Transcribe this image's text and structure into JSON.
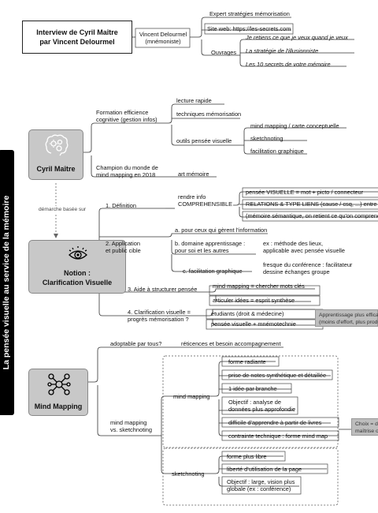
{
  "side_title": "La pensée visuelle au service de la mémoire",
  "interview": {
    "title_line1": "Interview de Cyril Maître",
    "title_line2": "par Vincent Delourmel",
    "person_line1": "Vincent Delourmel",
    "person_line2": "(mnémoniste)",
    "expert": "Expert stratégies mémorisation",
    "website": "Site web: https://les-secrets.com",
    "ouvrages_label": "Ouvrages",
    "books": [
      "Je retiens ce que je veux quand je veux",
      "La stratégie de l'illusionniste",
      "Les 10 secrets de votre mémoire"
    ]
  },
  "cyril": {
    "label": "Cyril Maître",
    "formation_l1": "Formation efficience",
    "formation_l2": "cognitive (gestion infos)",
    "lecture": "lecture rapide",
    "techniques": "techniques mémorisation",
    "outils": "outils pensée visuelle",
    "outils_items": [
      "mind mapping / carte conceptuelle",
      "sketchnoting",
      "facilitation graphique"
    ],
    "champion_l1": "Champion du monde de",
    "champion_l2": "mind mapping en 2018",
    "art": "art mémoire",
    "link_label": "démarche basée sur"
  },
  "notion": {
    "label_l1": "Notion :",
    "label_l2": "Clarification Visuelle",
    "definition": "1. Définition",
    "rendre_l1": "rendre info",
    "rendre_l2": "COMPREHENSIBLE",
    "def_items": [
      "pensée VISUELLE = mot + picto / connecteur",
      "RELATIONS & TYPE LIENS (cause / csq, ...) entre idées",
      "(mémoire sémantique, on retient ce qu'on comprend)"
    ],
    "application_l1": "2. Application",
    "application_l2": "et public cible",
    "app_a": "a. pour ceux qui gèrent l'information",
    "app_b_l1": "b. domaine apprentissage :",
    "app_b_l2": "pour soi et les autres",
    "app_b_ex_l1": "ex : méthode des lieux,",
    "app_b_ex_l2": "applicable avec pensée visuelle",
    "app_c": "c. facilitation graphique",
    "app_c_l1": "fresque du conférence : facilitateur",
    "app_c_l2": "dessine échanges groupe",
    "aide": "3. Aide à structurer pensée",
    "aide_items": [
      "mind mapping = chercher mots clés",
      "articuler idées = esprit synthèse"
    ],
    "clar_l1": "4. Clarification visuelle =",
    "clar_l2": "progrès mémorisation ?",
    "clar_items": [
      "étudiants (droit & médecine)",
      "pensée visuelle + mnémotechnie"
    ],
    "grey_l1": "Apprentissage plus efficace",
    "grey_l2": "(moins d'effort, plus productif)"
  },
  "mind": {
    "label": "Mind Mapping",
    "adoptable": "adoptable par tous?",
    "reticences": "réticences et besoin accompagnement",
    "vs_l1": "mind mapping",
    "vs_l2": "vs. sketchnoting",
    "mm_label": "mind mapping",
    "mm_items": [
      "forme radiante",
      "prise de notes synthétique et détaillée",
      "1 idée par branche",
      "Objectif : analyse de",
      "données plus approfondie",
      "difficile d'apprendre à partir de livres",
      "contrainte technique : forme mind map"
    ],
    "sk_label": "sketchnoting",
    "sk_items": [
      "forme plus libre",
      "liberté d'utilisation de la page",
      "Objectif : large, vision plus",
      "globale (ex : conférence)"
    ],
    "grey_l1": "Choix = dé",
    "grey_l2": "maîtrise ou"
  }
}
